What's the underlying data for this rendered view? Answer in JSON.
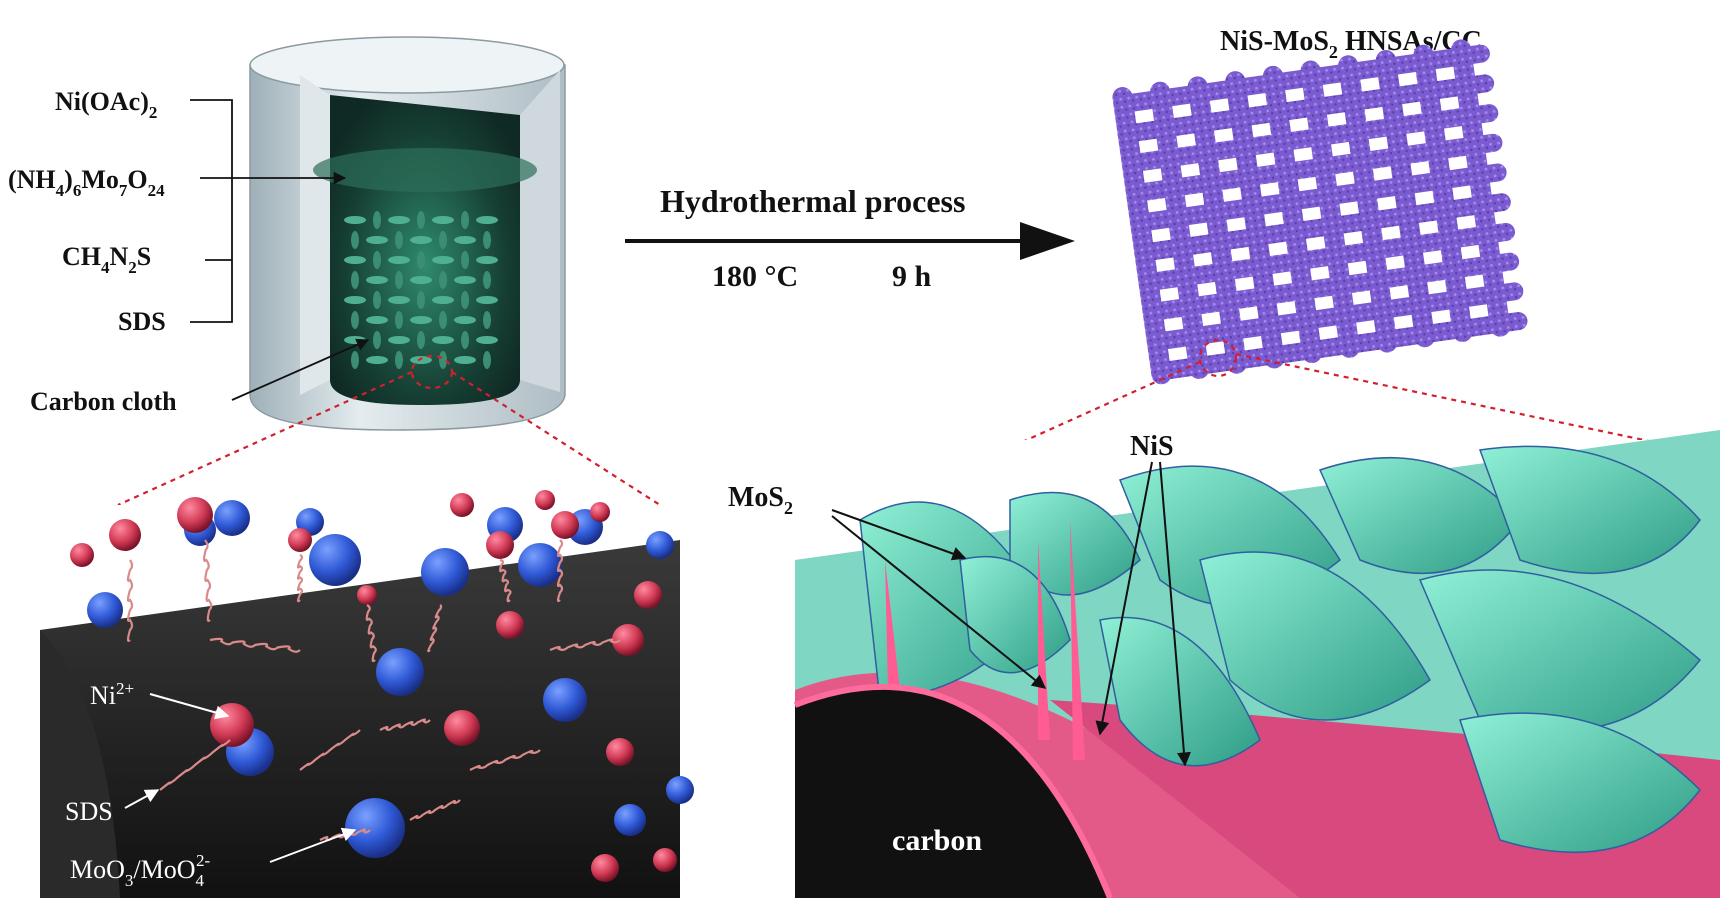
{
  "labels": {
    "reagent_1": "Ni(OAc)",
    "reagent_1_sub": "2",
    "reagent_2_a": "(NH",
    "reagent_2_s1": "4",
    "reagent_2_b": ")",
    "reagent_2_s2": "6",
    "reagent_2_c": "Mo",
    "reagent_2_s3": "7",
    "reagent_2_d": "O",
    "reagent_2_s4": "24",
    "reagent_3_a": "CH",
    "reagent_3_s1": "4",
    "reagent_3_b": "N",
    "reagent_3_s2": "2",
    "reagent_3_c": "S",
    "reagent_4": "SDS",
    "carbon_cloth": "Carbon cloth",
    "process": "Hydrothermal process",
    "temperature": "180 °C",
    "time": "9 h",
    "product_a": "NiS-MoS",
    "product_sub": "2",
    "product_b": " HNSAs/CC",
    "ni_ion": "Ni",
    "ni_ion_sup": "2+",
    "sds_label": "SDS",
    "mo_a": "MoO",
    "mo_s1": "3",
    "mo_b": "/MoO",
    "mo_s2": "4",
    "mo_sup": "2-",
    "mos2_a": "MoS",
    "mos2_sub": "2",
    "nis": "NiS",
    "carbon": "carbon"
  },
  "colors": {
    "liner": "#c9d3d8",
    "solution": "#1f5b4b",
    "fiber": "#1e1e1e",
    "ni_sphere": "#d23a55",
    "mo_sphere": "#2f59d6",
    "product_cloth": "#7b5bd0",
    "nanosheet": "#5fd3b6",
    "pink_layer": "#e0457a"
  }
}
